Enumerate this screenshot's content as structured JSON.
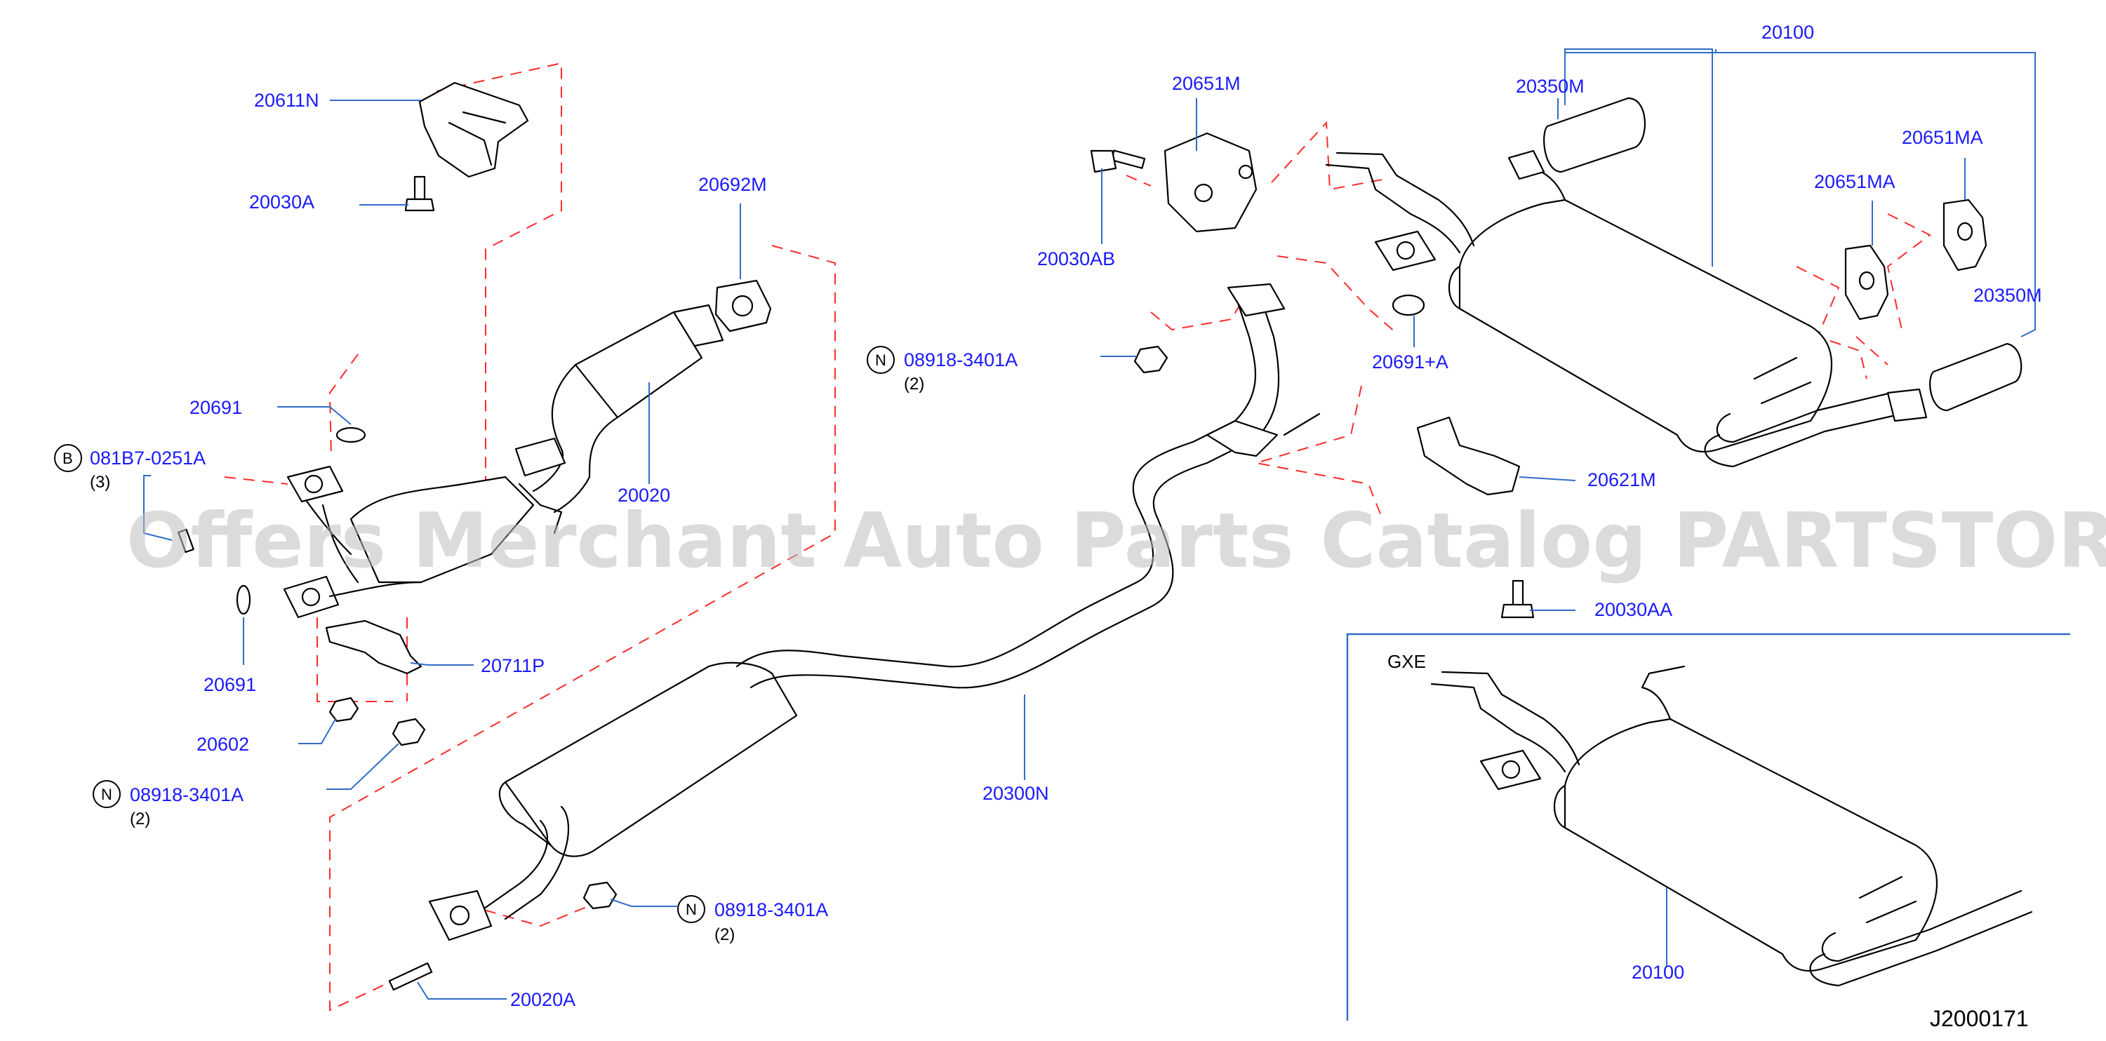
{
  "watermark": "Offers Merchant Auto Parts Catalog PARTSTORE.SA",
  "diagram_code": "J2000171",
  "inset": {
    "label": "GXE",
    "part": "20100"
  },
  "labels": {
    "p20611N": "20611N",
    "p20030A": "20030A",
    "p20692M": "20692M",
    "p20691_a": "20691",
    "p20691_b": "20691",
    "p081B7": "081B7-0251A",
    "p081B7_qty": "(3)",
    "p20020": "20020",
    "p20711P": "20711P",
    "p20602": "20602",
    "n1": "08918-3401A",
    "n1_qty": "(2)",
    "n2": "08918-3401A",
    "n2_qty": "(2)",
    "n3": "08918-3401A",
    "n3_qty": "(2)",
    "p20020A": "20020A",
    "p20300N": "20300N",
    "p20651M": "20651M",
    "p20030AB": "20030AB",
    "p20691A": "20691+A",
    "p20100": "20100",
    "p20350M_a": "20350M",
    "p20350M_b": "20350M",
    "p20651MA_a": "20651MA",
    "p20651MA_b": "20651MA",
    "p20621M": "20621M",
    "p20030AA": "20030AA"
  },
  "prefixes": {
    "bolt_prefix": "B",
    "nut_prefix": "N"
  }
}
